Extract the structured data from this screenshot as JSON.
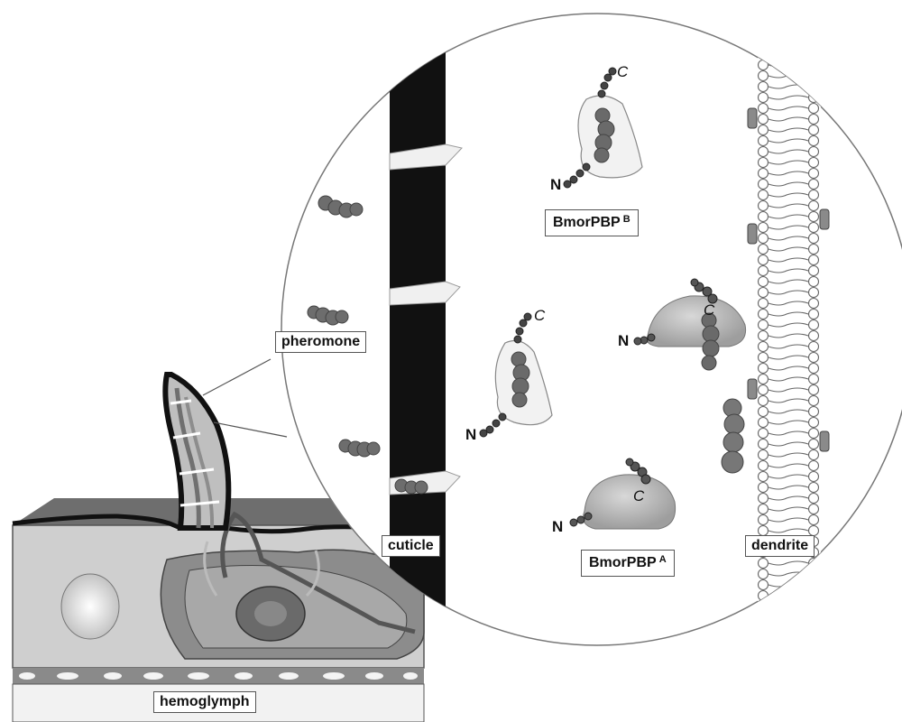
{
  "labels": {
    "pheromone": "pheromone",
    "cuticle": "cuticle",
    "dendrite": "dendrite",
    "hemoglymph": "hemoglymph",
    "pbp_b": "BmorPBP",
    "pbp_b_sup": "B",
    "pbp_a": "BmorPBP",
    "pbp_a_sup": "A"
  },
  "termini": {
    "n": "N",
    "c": "C"
  },
  "colors": {
    "cuticle": "#111111",
    "protein_blob": "#b8b8b8",
    "bead_dark": "#5a5a5a",
    "bead_mid": "#7a7a7a",
    "tissue_light": "#dcdcdc",
    "tissue_mid": "#9a9a9a"
  }
}
